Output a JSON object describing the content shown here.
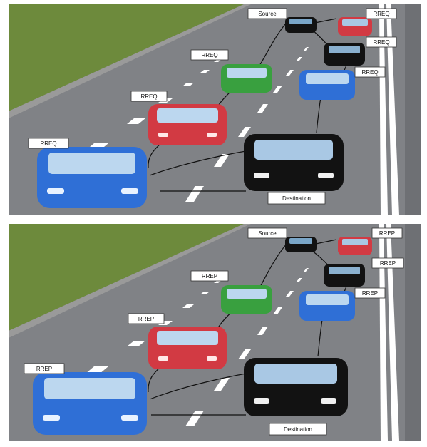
{
  "colors": {
    "grass": "#6d8a3c",
    "road": "#808286",
    "blue_car": "#2f6fd6",
    "red_car": "#d23a43",
    "green_car": "#39a03f",
    "black_car": "#121212",
    "label_border": "#333333"
  },
  "panels": [
    {
      "labels": {
        "source": "Source",
        "red_small": "RREQ",
        "black_mid": "RREQ",
        "blue_mid": "RREQ",
        "green": "RREQ",
        "red_big": "RREQ",
        "blue_big": "RREQ",
        "destination": "Destination"
      }
    },
    {
      "labels": {
        "source": "Source",
        "red_small": "RREP",
        "black_mid": "RREP",
        "blue_mid": "RREP",
        "green": "RREP",
        "red_big": "RREP",
        "blue_big": "RREP",
        "destination": "Destination"
      }
    }
  ]
}
